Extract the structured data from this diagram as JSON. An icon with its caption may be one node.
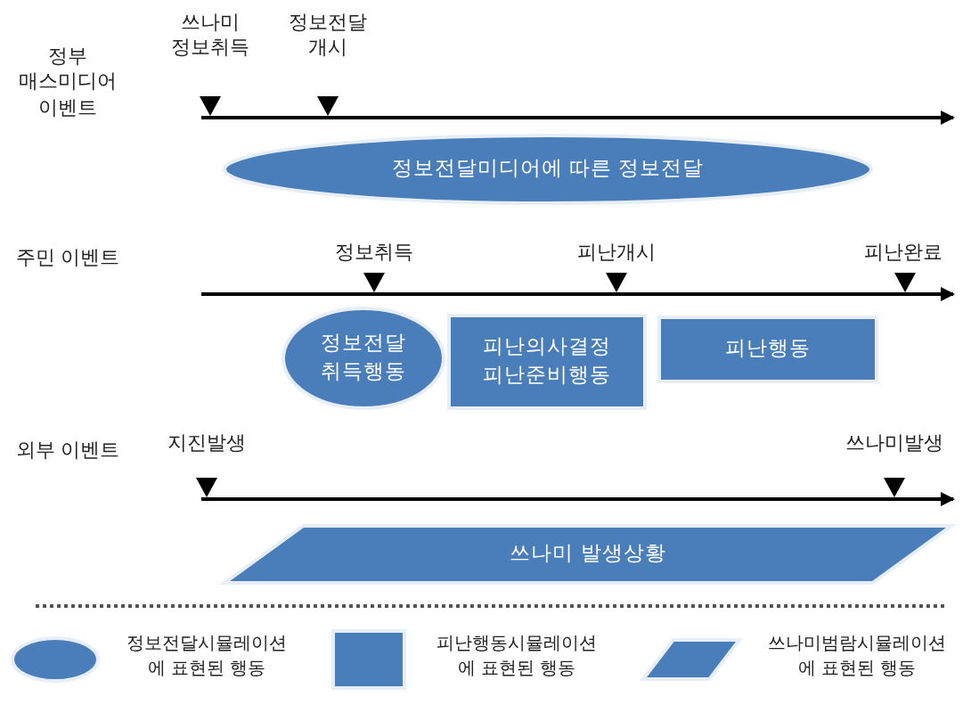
{
  "diagram": {
    "nodes": [
      {
        "text": [
          "정보전달미디어에 따른 정보전달"
        ]
      },
      {
        "text": [
          "정보전달 취득행동"
        ]
      },
      {
        "text": [
          "피난의사결정 피난준비행동"
        ]
      },
      {
        "text": [
          "피난행동"
        ]
      },
      {
        "text": [
          "쓰나미 발생상황"
        ]
      }
    ],
    "edges": [],
    "labels": [
      "쓰나미 정보취득",
      "정보전달 개시",
      "정부 매스미디어 이벤트",
      "주민 이벤트",
      "정보취득",
      "피난개시",
      "피난완료",
      "외부 이벤트",
      "지진발생",
      "쓰나미발생"
    ],
    "legend": [
      {
        "text": "정보전달시뮬레이션 에 표현된 행동"
      },
      {
        "text": "피난행동시뮬레이션 에 표현된 행동"
      },
      {
        "text": "쓰나미범람시뮬레이션 에 표현된 행동"
      }
    ]
  }
}
